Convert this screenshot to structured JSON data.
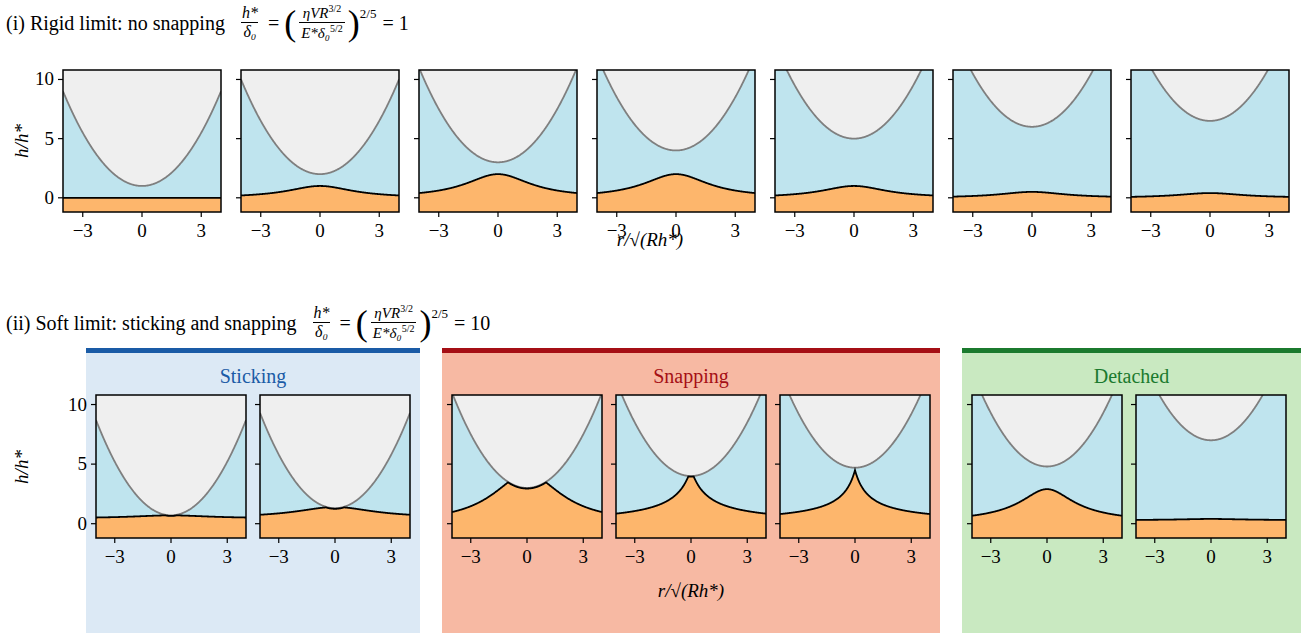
{
  "diagram": {
    "nodes": [
      {
        "text": [
          "Sticking"
        ]
      },
      {
        "text": [
          "Snapping"
        ]
      },
      {
        "text": [
          "Detached"
        ]
      }
    ],
    "labels": [
      "(i) Rigid limit: no snapping",
      "h*",
      "δ₀",
      "=",
      "(",
      "ηVR",
      "3/2",
      "E*δ₀",
      "5/2",
      ")",
      "2/5",
      "= 1",
      "10",
      "5",
      "0",
      "h/h*",
      "−3",
      "0",
      "3",
      "−3",
      "0",
      "3",
      "−3",
      "0",
      "3",
      "−3",
      "0",
      "3",
      "−3",
      "0",
      "3",
      "−3",
      "0",
      "3",
      "−3",
      "0",
      "3",
      "r/√(Rh*)",
      "(ii) Soft limit: sticking and snapping",
      "h*",
      "δ₀",
      "=",
      "(",
      "ηVR",
      "3/2",
      "E*δ₀",
      "5/2",
      ")",
      "2/5",
      "= 10",
      "10",
      "5",
      "0",
      "h/h*",
      "−3",
      "0",
      "3",
      "−3",
      "0",
      "3",
      "−3",
      "0",
      "3",
      "−3",
      "0",
      "3",
      "−3",
      "0",
      "3",
      "−3",
      "0",
      "3",
      "−3",
      "0",
      "3",
      "r/√(Rh*)"
    ]
  }
}
